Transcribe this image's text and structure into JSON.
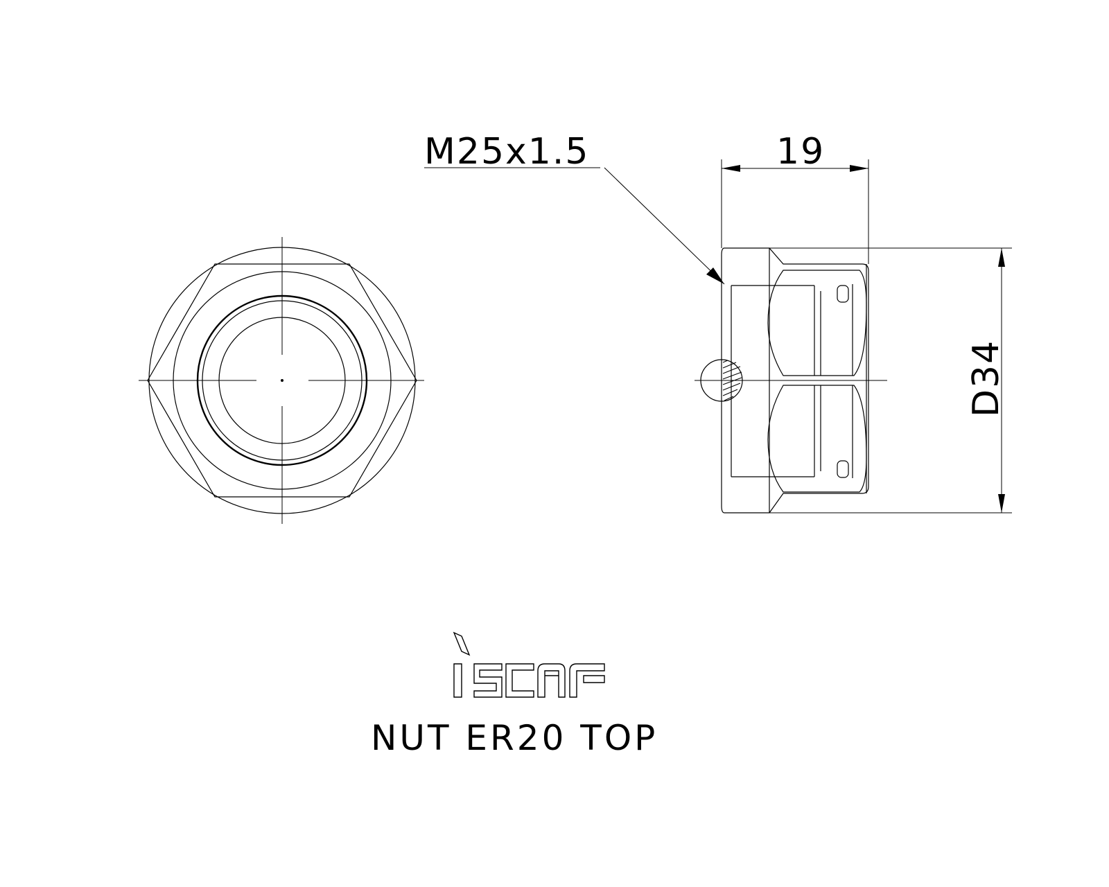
{
  "dimensions": {
    "thread_label": "M25x1.5",
    "width_label": "19",
    "diameter_label": "D34"
  },
  "logo": {
    "brand": "iscar"
  },
  "title": "NUT ER20 TOP",
  "colors": {
    "line": "#000000",
    "background": "#ffffff"
  }
}
